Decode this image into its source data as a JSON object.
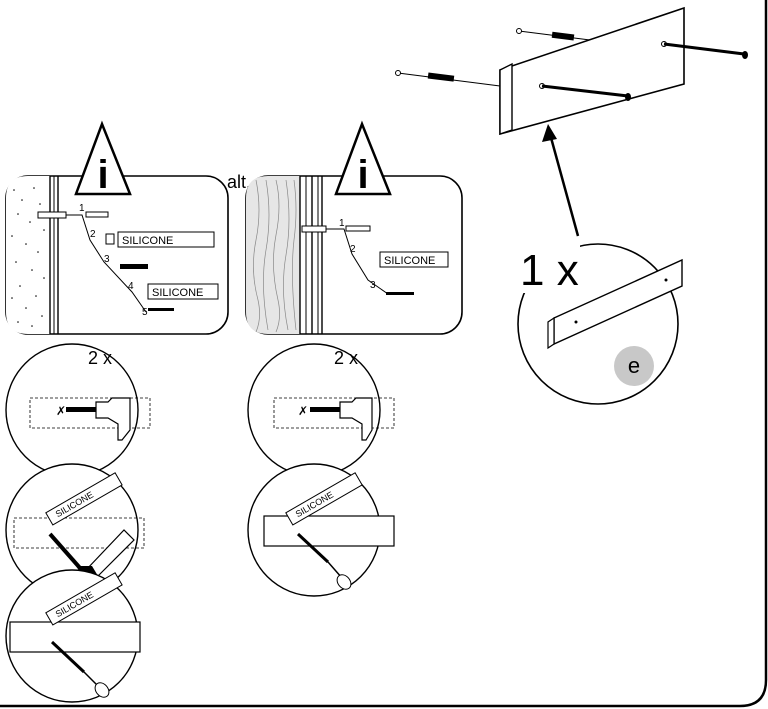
{
  "note_alt": "alt.",
  "info_symbol": "i",
  "wall_concrete": {
    "steps": [
      "1",
      "2",
      "3",
      "4",
      "5"
    ],
    "silicone_label": "SILICONE"
  },
  "wall_wood": {
    "steps": [
      "1",
      "2",
      "3"
    ],
    "silicone_label": "SILICONE"
  },
  "part": {
    "quantity": "1 x",
    "letter": "e"
  },
  "drill_count": "2 x",
  "silicone_tube": "SILICONE",
  "colors": {
    "line": "#000000",
    "badge": "#c8c8c8",
    "wood": "#e6e6e6"
  }
}
